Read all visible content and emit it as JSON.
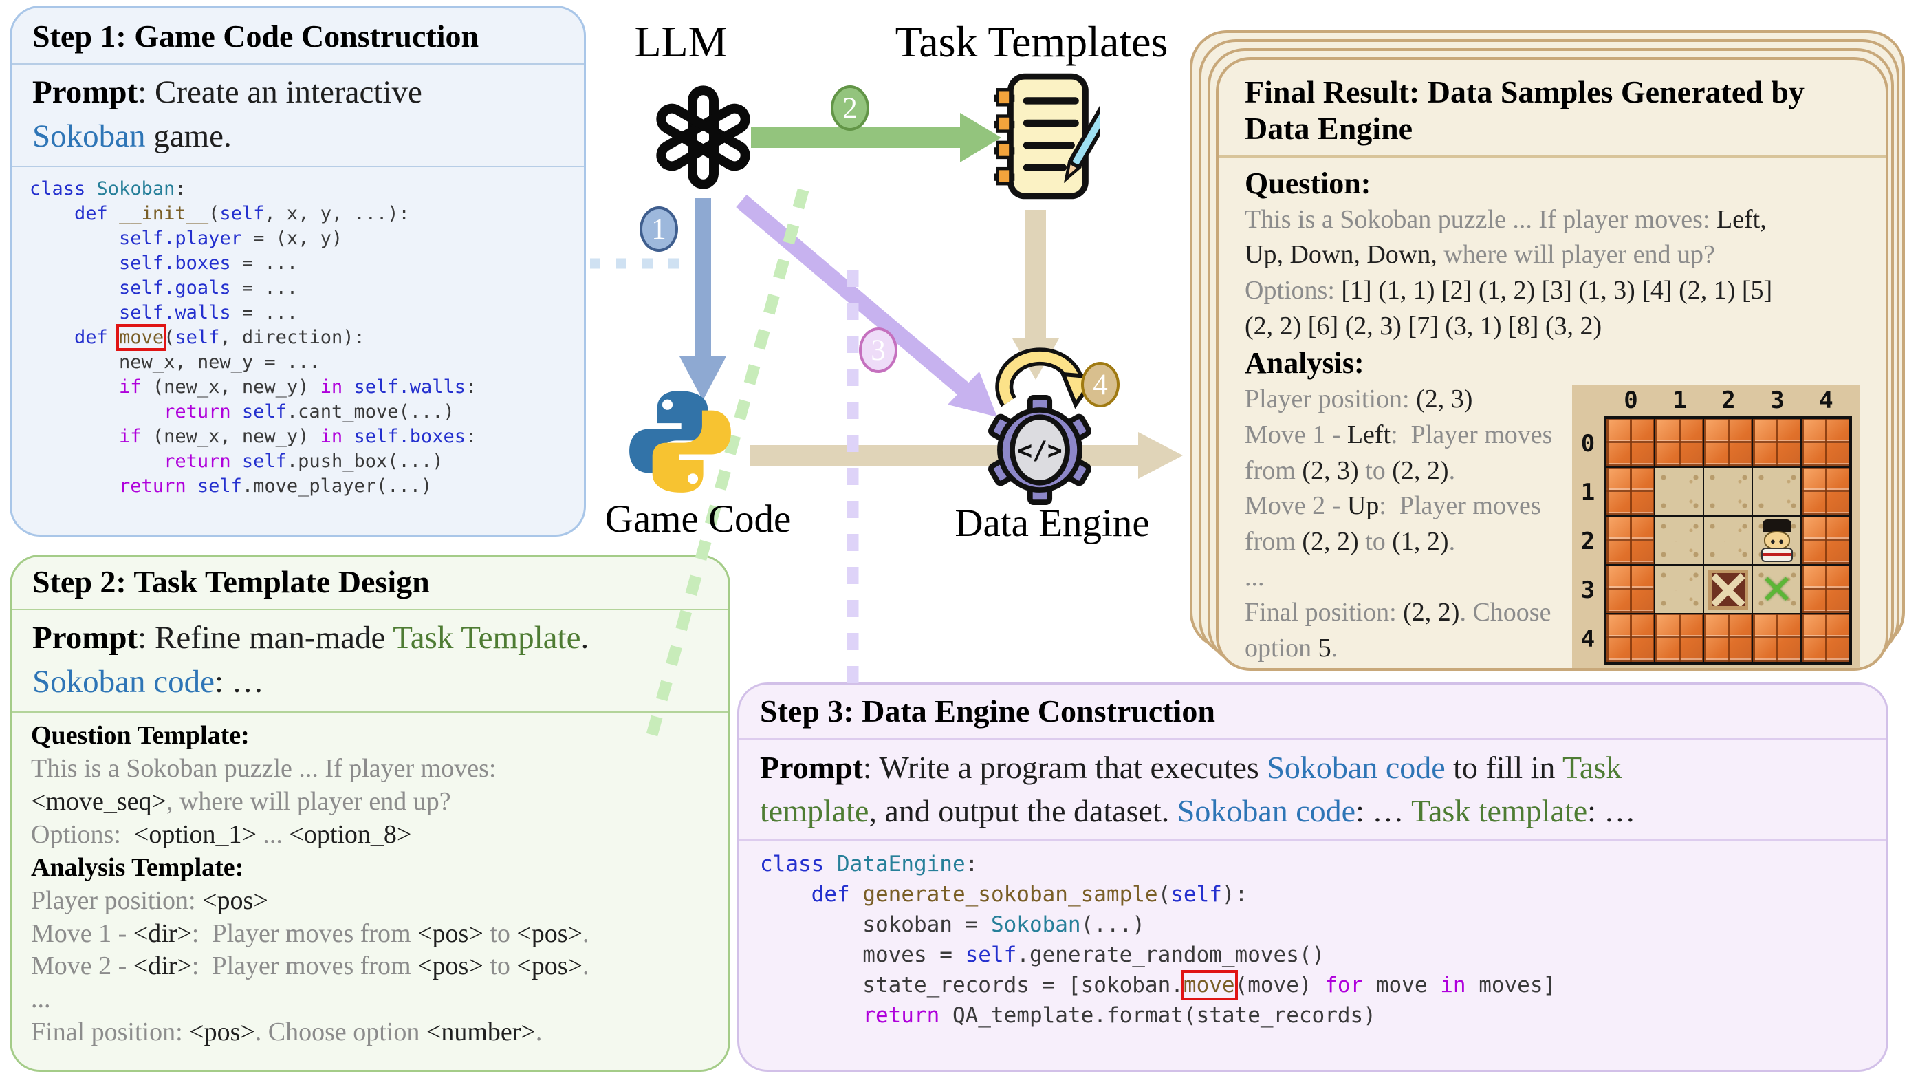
{
  "palette": {
    "step1_border": "#a9c6e8",
    "step1_bg": "#eef3fa",
    "step2_border": "#a4cc88",
    "step2_bg": "#f4f9ef",
    "step3_border": "#d2c0e8",
    "step3_bg": "#f7effb",
    "final_border": "#c8a87a",
    "final_bg": "#f5efdf",
    "blue_text": "#2e75b6",
    "green_text": "#4e7c33",
    "gray_text": "#8c8c8c",
    "arrow_blue": "#8ea9d2",
    "arrow_green": "#93c47d",
    "arrow_purple": "#c7b2ef",
    "arrow_tan": "#e0d4b8",
    "code_keyword": "#2430ce",
    "code_class": "#267f99",
    "code_function": "#795e26",
    "code_control": "#af00db",
    "highlight_box": "#e01414"
  },
  "flow": {
    "llm_label": "LLM",
    "task_templates_label": "Task Templates",
    "game_code_label": "Game Code",
    "data_engine_label": "Data Engine",
    "badges": [
      "1",
      "2",
      "3",
      "4"
    ],
    "data_engine_glyph": "</>"
  },
  "step1": {
    "title": "Step 1: Game Code Construction",
    "prompt_lines": [
      [
        [
          "b",
          "Prompt"
        ],
        [
          "d",
          ": Create an interactive"
        ]
      ],
      [
        [
          "blue",
          "Sokoban"
        ],
        [
          "d",
          " game."
        ]
      ]
    ],
    "code_lines": [
      [
        [
          "kw",
          "class"
        ],
        [
          "pl",
          " "
        ],
        [
          "cls",
          "Sokoban"
        ],
        [
          "pl",
          ":"
        ]
      ],
      [
        [
          "pl",
          "    "
        ],
        [
          "kw",
          "def"
        ],
        [
          "pl",
          " "
        ],
        [
          "fn",
          "__init__"
        ],
        [
          "pl",
          "("
        ],
        [
          "kw",
          "self"
        ],
        [
          "pl",
          ", x, y, ...):"
        ]
      ],
      [
        [
          "pl",
          "        "
        ],
        [
          "kw",
          "self.player"
        ],
        [
          "pl",
          " = (x, y)"
        ]
      ],
      [
        [
          "pl",
          "        "
        ],
        [
          "kw",
          "self.boxes"
        ],
        [
          "pl",
          " = ..."
        ]
      ],
      [
        [
          "pl",
          "        "
        ],
        [
          "kw",
          "self.goals"
        ],
        [
          "pl",
          " = ..."
        ]
      ],
      [
        [
          "pl",
          "        "
        ],
        [
          "kw",
          "self.walls"
        ],
        [
          "pl",
          " = ..."
        ]
      ],
      [
        [
          "pl",
          "    "
        ],
        [
          "kw",
          "def"
        ],
        [
          "pl",
          " "
        ],
        [
          "fnbox",
          "move"
        ],
        [
          "pl",
          "("
        ],
        [
          "kw",
          "self"
        ],
        [
          "pl",
          ", direction):"
        ]
      ],
      [
        [
          "pl",
          "        new_x, new_y = ..."
        ]
      ],
      [
        [
          "pl",
          "        "
        ],
        [
          "mag",
          "if"
        ],
        [
          "pl",
          " (new_x, new_y) "
        ],
        [
          "mag",
          "in"
        ],
        [
          "pl",
          " "
        ],
        [
          "kw",
          "self.walls"
        ],
        [
          "pl",
          ":"
        ]
      ],
      [
        [
          "pl",
          "            "
        ],
        [
          "mag",
          "return"
        ],
        [
          "pl",
          " "
        ],
        [
          "kw",
          "self"
        ],
        [
          "pl",
          ".cant_move(...)"
        ]
      ],
      [
        [
          "pl",
          "        "
        ],
        [
          "mag",
          "if"
        ],
        [
          "pl",
          " (new_x, new_y) "
        ],
        [
          "mag",
          "in"
        ],
        [
          "pl",
          " "
        ],
        [
          "kw",
          "self.boxes"
        ],
        [
          "pl",
          ":"
        ]
      ],
      [
        [
          "pl",
          "            "
        ],
        [
          "mag",
          "return"
        ],
        [
          "pl",
          " "
        ],
        [
          "kw",
          "self"
        ],
        [
          "pl",
          ".push_box(...)"
        ]
      ],
      [
        [
          "pl",
          "        "
        ],
        [
          "mag",
          "return"
        ],
        [
          "pl",
          " "
        ],
        [
          "kw",
          "self"
        ],
        [
          "pl",
          ".move_player(...)"
        ]
      ]
    ]
  },
  "step2": {
    "title": "Step 2: Task Template Design",
    "prompt_lines": [
      [
        [
          "b",
          "Prompt"
        ],
        [
          "d",
          ": Refine man-made "
        ],
        [
          "green",
          "Task Template"
        ],
        [
          "d",
          "."
        ]
      ],
      [
        [
          "blue",
          "Sokoban code"
        ],
        [
          "d",
          ": …"
        ]
      ]
    ],
    "template_lines": [
      [
        [
          "hb",
          "Question Template:"
        ]
      ],
      [
        [
          "g",
          "This is a Sokoban puzzle ... If player moves:"
        ]
      ],
      [
        [
          "d",
          "<move_seq>"
        ],
        [
          "g",
          ", where will player end up?"
        ]
      ],
      [
        [
          "g",
          "Options:  "
        ],
        [
          "d",
          "<option_1>"
        ],
        [
          "g",
          " ... "
        ],
        [
          "d",
          "<option_8>"
        ]
      ],
      [
        [
          "hb",
          "Analysis Template:"
        ]
      ],
      [
        [
          "g",
          "Player position: "
        ],
        [
          "d",
          "<pos>"
        ]
      ],
      [
        [
          "g",
          "Move 1 - "
        ],
        [
          "d",
          "<dir>"
        ],
        [
          "g",
          ":  Player moves from "
        ],
        [
          "d",
          "<pos>"
        ],
        [
          "g",
          " to "
        ],
        [
          "d",
          "<pos>"
        ],
        [
          "g",
          "."
        ]
      ],
      [
        [
          "g",
          "Move 2 - "
        ],
        [
          "d",
          "<dir>"
        ],
        [
          "g",
          ":  Player moves from "
        ],
        [
          "d",
          "<pos>"
        ],
        [
          "g",
          " to "
        ],
        [
          "d",
          "<pos>"
        ],
        [
          "g",
          "."
        ]
      ],
      [
        [
          "g",
          "..."
        ]
      ],
      [
        [
          "g",
          "Final position: "
        ],
        [
          "d",
          "<pos>"
        ],
        [
          "g",
          ". Choose option "
        ],
        [
          "d",
          "<number>"
        ],
        [
          "g",
          "."
        ]
      ]
    ]
  },
  "step3": {
    "title": "Step 3: Data Engine Construction",
    "prompt_lines": [
      [
        [
          "b",
          "Prompt"
        ],
        [
          "d",
          ": Write a program that executes "
        ],
        [
          "blue",
          "Sokoban code"
        ],
        [
          "d",
          " to fill in "
        ],
        [
          "green",
          "Task"
        ]
      ],
      [
        [
          "green",
          "template"
        ],
        [
          "d",
          ", and output the dataset. "
        ],
        [
          "blue",
          "Sokoban code"
        ],
        [
          "d",
          ": … "
        ],
        [
          "green",
          "Task template"
        ],
        [
          "d",
          ": …"
        ]
      ]
    ],
    "code_lines": [
      [
        [
          "kw",
          "class"
        ],
        [
          "pl",
          " "
        ],
        [
          "cls",
          "DataEngine"
        ],
        [
          "pl",
          ":"
        ]
      ],
      [
        [
          "pl",
          "    "
        ],
        [
          "kw",
          "def"
        ],
        [
          "pl",
          " "
        ],
        [
          "fn",
          "generate_sokoban_sample"
        ],
        [
          "pl",
          "("
        ],
        [
          "kw",
          "self"
        ],
        [
          "pl",
          "):"
        ]
      ],
      [
        [
          "pl",
          "        sokoban = "
        ],
        [
          "cls",
          "Sokoban"
        ],
        [
          "pl",
          "(...)"
        ]
      ],
      [
        [
          "pl",
          "        moves = "
        ],
        [
          "kw",
          "self"
        ],
        [
          "pl",
          ".generate_random_moves()"
        ]
      ],
      [
        [
          "pl",
          "        state_records = [sokoban."
        ],
        [
          "fnbox",
          "move"
        ],
        [
          "pl",
          "(move) "
        ],
        [
          "mag",
          "for"
        ],
        [
          "pl",
          " move "
        ],
        [
          "mag",
          "in"
        ],
        [
          "pl",
          " moves]"
        ]
      ],
      [
        [
          "pl",
          "        "
        ],
        [
          "mag",
          "return"
        ],
        [
          "pl",
          " QA_template.format(state_records)"
        ]
      ]
    ]
  },
  "final_result": {
    "title": "Final Result: Data Samples Generated by Data Engine",
    "question_heading": "Question:",
    "question_lines": [
      [
        [
          "g",
          "This is a Sokoban puzzle ... If player moves: "
        ],
        [
          "d",
          "Left,"
        ]
      ],
      [
        [
          "d",
          "Up, Down, Down,"
        ],
        [
          "g",
          " where will player end up?"
        ]
      ],
      [
        [
          "g",
          "Options: "
        ],
        [
          "d",
          "[1] (1, 1) [2] (1, 2) [3] (1, 3) [4] (2, 1) [5]"
        ]
      ],
      [
        [
          "d",
          "(2, 2) [6] (2, 3) [7] (3, 1) [8] (3, 2)"
        ]
      ]
    ],
    "analysis_heading": "Analysis:",
    "analysis_lines": [
      [
        [
          "g",
          "Player position: "
        ],
        [
          "d",
          "(2, 3)"
        ]
      ],
      [
        [
          "g",
          "Move 1 - "
        ],
        [
          "d",
          "Left"
        ],
        [
          "g",
          ":  Player moves"
        ]
      ],
      [
        [
          "g",
          "from "
        ],
        [
          "d",
          "(2, 3)"
        ],
        [
          "g",
          " to "
        ],
        [
          "d",
          "(2, 2)"
        ],
        [
          "g",
          "."
        ]
      ],
      [
        [
          "g",
          "Move 2 - "
        ],
        [
          "d",
          "Up"
        ],
        [
          "g",
          ":  Player moves"
        ]
      ],
      [
        [
          "g",
          "from "
        ],
        [
          "d",
          "(2, 2)"
        ],
        [
          "g",
          " to "
        ],
        [
          "d",
          "(1, 2)"
        ],
        [
          "g",
          "."
        ]
      ],
      [
        [
          "g",
          "..."
        ]
      ],
      [
        [
          "g",
          "Final position: "
        ],
        [
          "d",
          "(2, 2)"
        ],
        [
          "g",
          ". Choose"
        ]
      ],
      [
        [
          "g",
          "option "
        ],
        [
          "d",
          "5"
        ],
        [
          "g",
          "."
        ]
      ]
    ],
    "grid": {
      "col_labels": [
        "0",
        "1",
        "2",
        "3",
        "4"
      ],
      "row_labels": [
        "0",
        "1",
        "2",
        "3",
        "4"
      ],
      "cells": [
        [
          "W",
          "W",
          "W",
          "W",
          "W"
        ],
        [
          "W",
          "F",
          "F",
          "F",
          "W"
        ],
        [
          "W",
          "F",
          "F",
          "P",
          "W"
        ],
        [
          "W",
          "F",
          "B",
          "G",
          "W"
        ],
        [
          "W",
          "W",
          "W",
          "W",
          "W"
        ]
      ],
      "goal_glyph": "✕",
      "legend": {
        "W": "wall",
        "F": "floor",
        "P": "player",
        "B": "box",
        "G": "goal"
      }
    }
  }
}
